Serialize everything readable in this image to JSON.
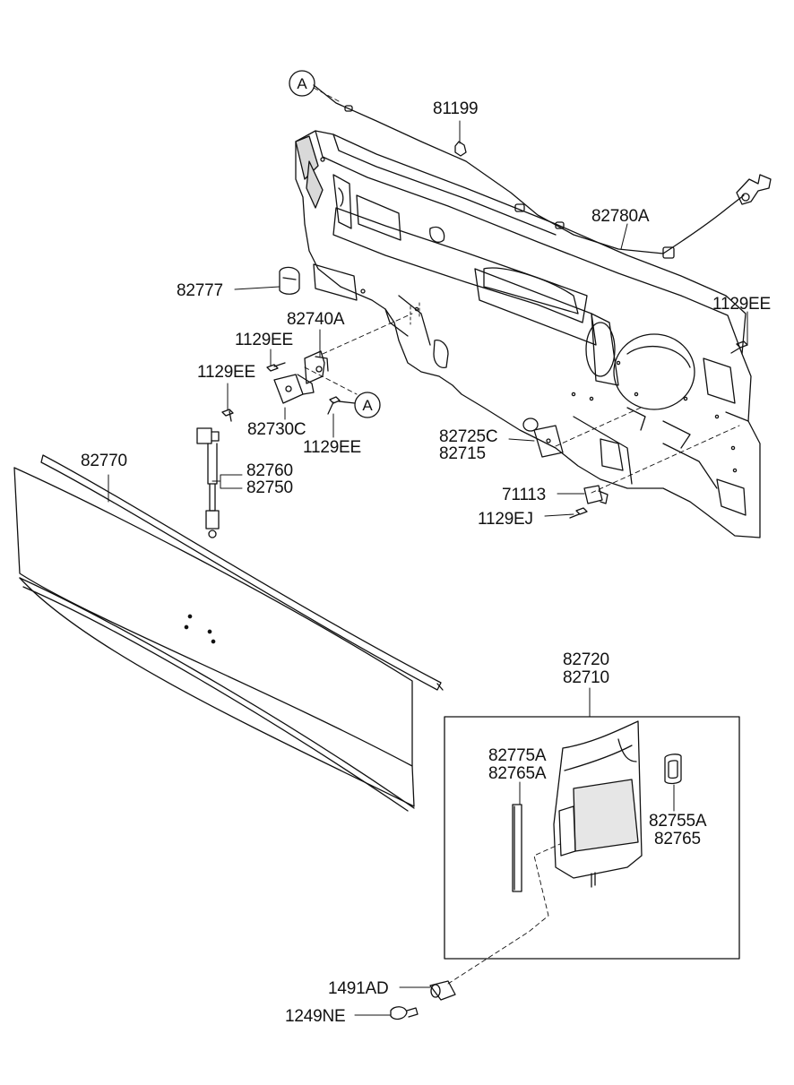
{
  "callouts": {
    "ref_a_top": "A",
    "ref_a_mid": "A"
  },
  "labels": {
    "p81199": "81199",
    "p82780a": "82780A",
    "p82777": "82777",
    "p1129ee_right": "1129EE",
    "p82740a": "82740A",
    "p1129ee_a": "1129EE",
    "p1129ee_b": "1129EE",
    "p82730c": "82730C",
    "p1129ee_c": "1129EE",
    "p82725c": "82725C",
    "p82715": "82715",
    "p82770": "82770",
    "p82760": "82760",
    "p82750": "82750",
    "p71113": "71113",
    "p1129ej": "1129EJ",
    "p82720": "82720",
    "p82710": "82710",
    "p82775a": "82775A",
    "p82765a": "82765A",
    "p82755a": "82755A",
    "p82765": "82765",
    "p1491ad": "1491AD",
    "p1249ne": "1249NE"
  },
  "colors": {
    "ink": "#111111",
    "background": "#ffffff",
    "shade": "#d9d9d9"
  }
}
